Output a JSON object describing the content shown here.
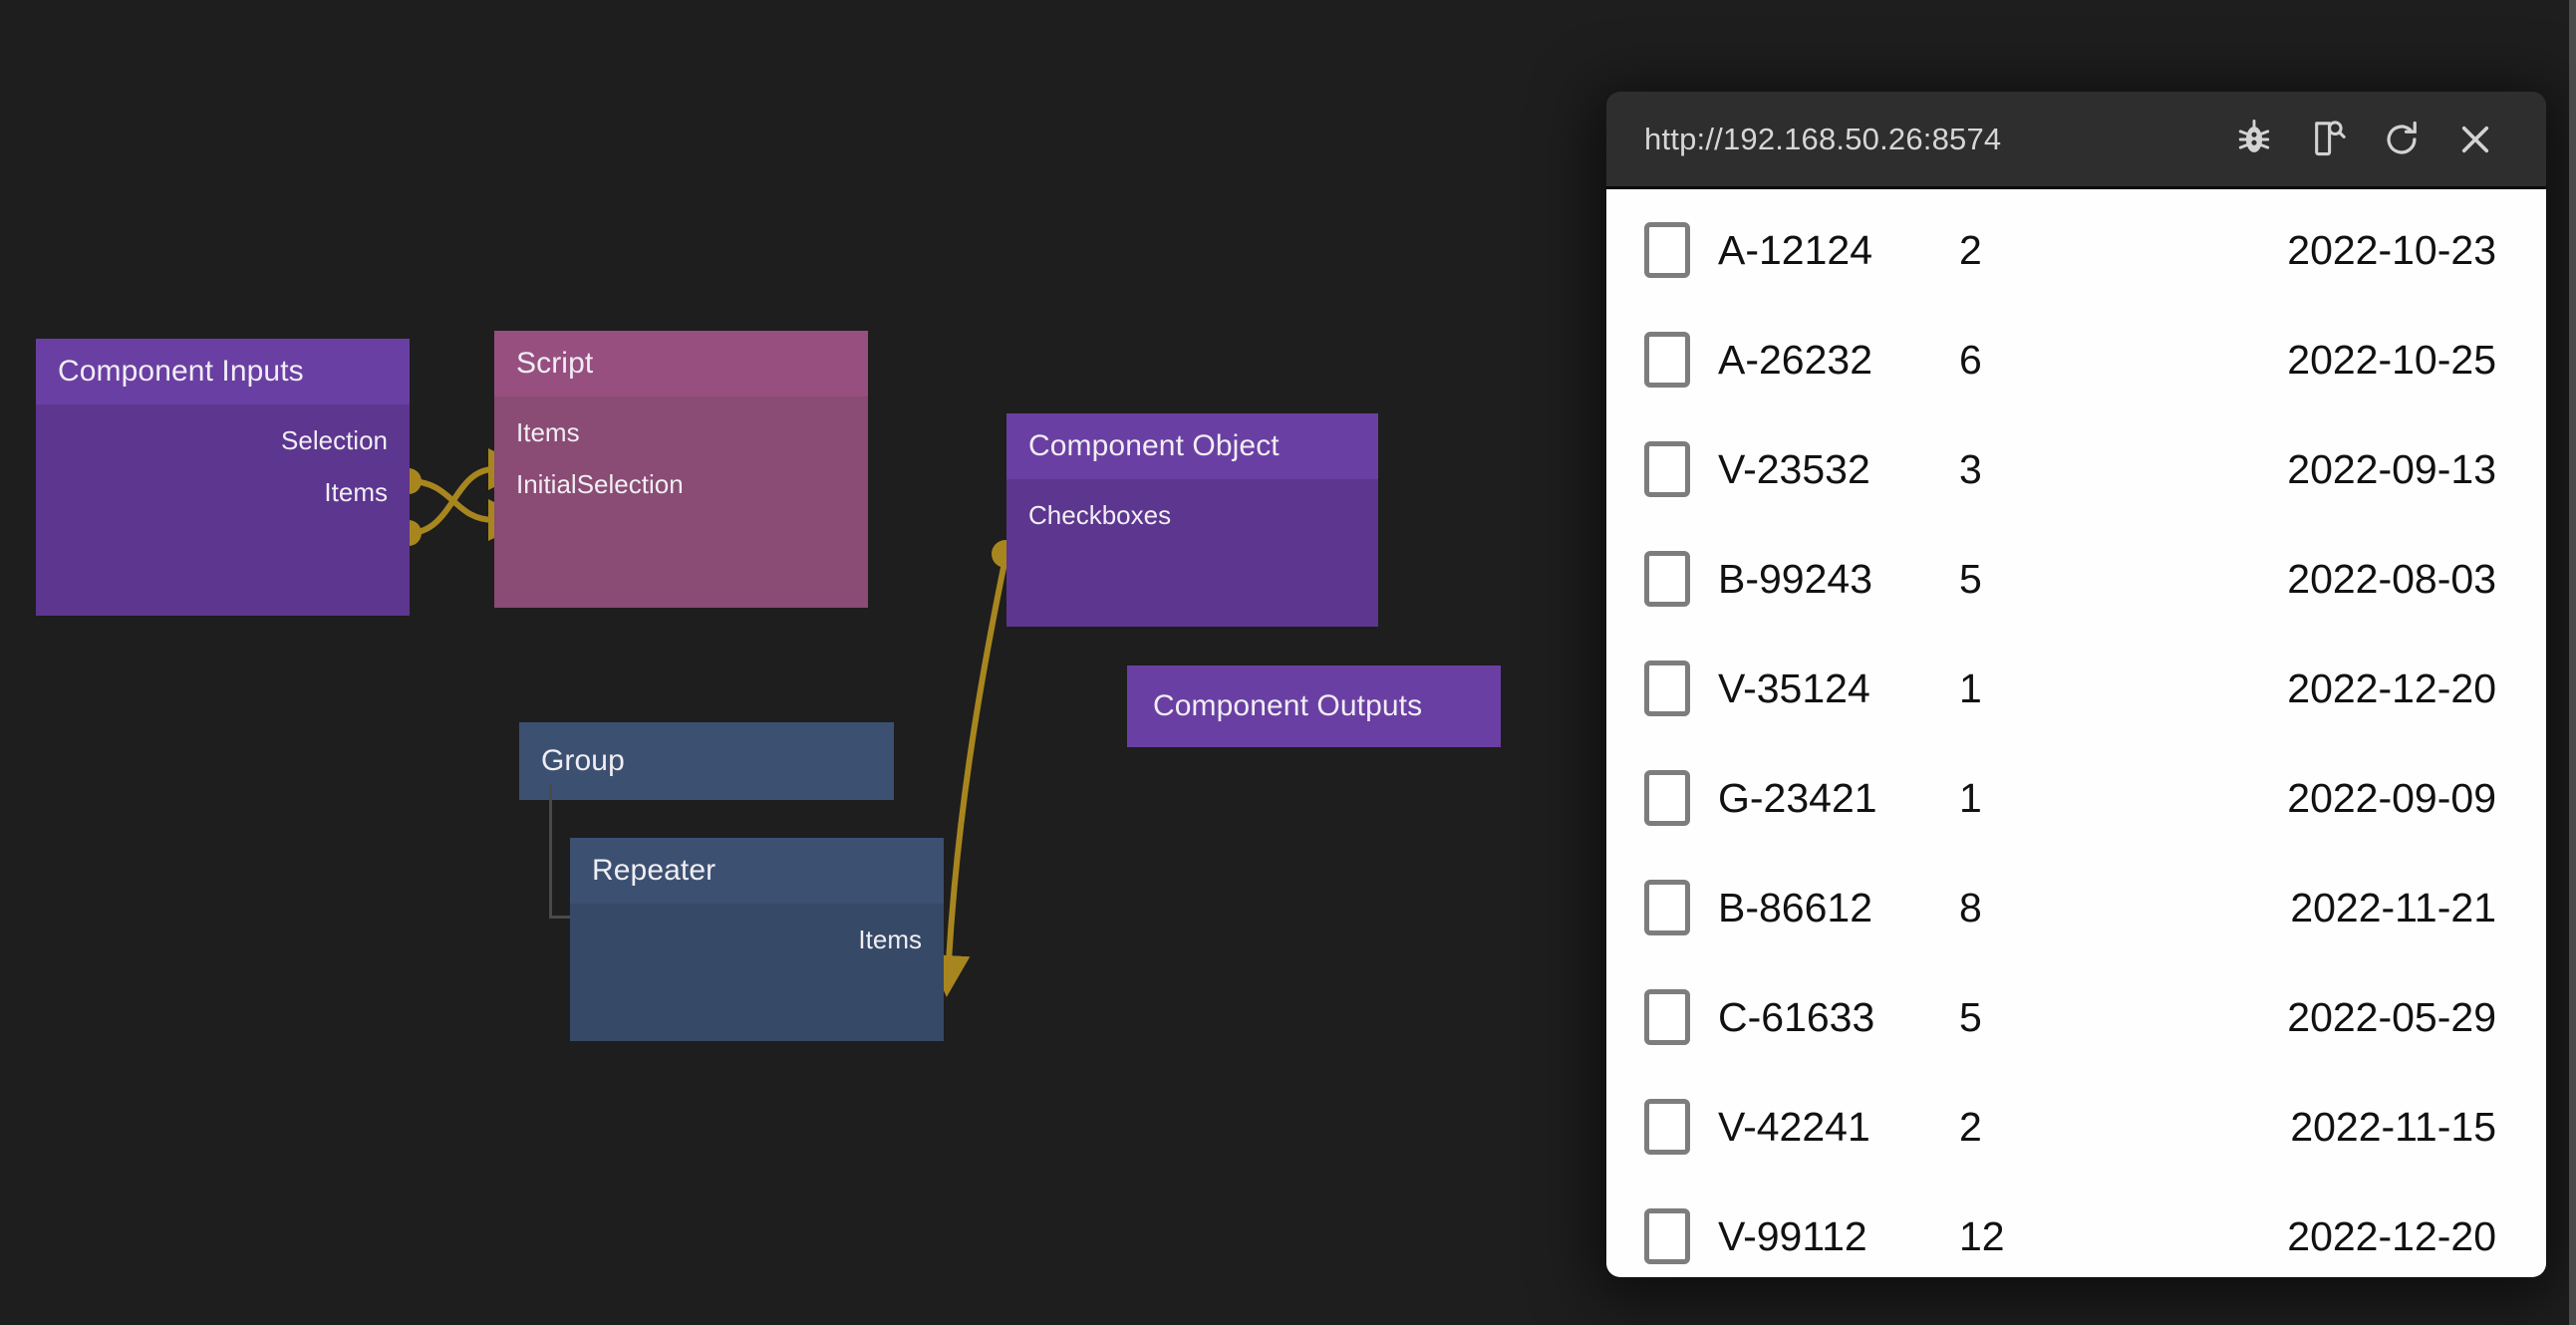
{
  "canvas": {
    "background_color": "#1e1e1e",
    "nodes": [
      {
        "id": "component-inputs",
        "title": "Component Inputs",
        "kind": "component-inputs",
        "color": "#6a3fa3",
        "outputs": [
          "Selection",
          "Items"
        ],
        "inputs": []
      },
      {
        "id": "script",
        "title": "Script",
        "kind": "script",
        "color": "#974f80",
        "outputs": [],
        "inputs": [
          "Items",
          "InitialSelection"
        ]
      },
      {
        "id": "component-object",
        "title": "Component Object",
        "kind": "component-object",
        "color": "#6a3fa3",
        "outputs": [],
        "inputs": [
          "Checkboxes"
        ]
      },
      {
        "id": "component-outputs",
        "title": "Component Outputs",
        "kind": "component-outputs",
        "color": "#6a3fa3",
        "outputs": [],
        "inputs": []
      },
      {
        "id": "group",
        "title": "Group",
        "kind": "group",
        "color": "#3c5072",
        "outputs": [],
        "inputs": []
      },
      {
        "id": "repeater",
        "title": "Repeater",
        "kind": "repeater",
        "color": "#3c5072",
        "outputs": [
          "Items"
        ],
        "inputs": []
      }
    ],
    "connections": [
      {
        "from": "component-inputs.Selection",
        "to": "script.InitialSelection",
        "color": "#a8861f"
      },
      {
        "from": "component-inputs.Items",
        "to": "script.Items",
        "color": "#a8861f"
      },
      {
        "from": "component-object.Checkboxes",
        "to": "repeater.Items",
        "color": "#a8861f"
      }
    ]
  },
  "browser": {
    "url": "http://192.168.50.26:8574",
    "toolbar_buttons": [
      {
        "name": "debug-bug-icon",
        "label": "Debug"
      },
      {
        "name": "inspect-page-icon",
        "label": "Inspect"
      },
      {
        "name": "reload-icon",
        "label": "Reload"
      },
      {
        "name": "close-icon",
        "label": "Close"
      }
    ],
    "table": {
      "columns": [
        "select",
        "id",
        "quantity",
        "date"
      ],
      "rows": [
        {
          "checked": false,
          "id": "A-12124",
          "quantity": "2",
          "date": "2022-10-23"
        },
        {
          "checked": false,
          "id": "A-26232",
          "quantity": "6",
          "date": "2022-10-25"
        },
        {
          "checked": false,
          "id": "V-23532",
          "quantity": "3",
          "date": "2022-09-13"
        },
        {
          "checked": false,
          "id": "B-99243",
          "quantity": "5",
          "date": "2022-08-03"
        },
        {
          "checked": false,
          "id": "V-35124",
          "quantity": "1",
          "date": "2022-12-20"
        },
        {
          "checked": false,
          "id": "G-23421",
          "quantity": "1",
          "date": "2022-09-09"
        },
        {
          "checked": false,
          "id": "B-86612",
          "quantity": "8",
          "date": "2022-11-21"
        },
        {
          "checked": false,
          "id": "C-61633",
          "quantity": "5",
          "date": "2022-05-29"
        },
        {
          "checked": false,
          "id": "V-42241",
          "quantity": "2",
          "date": "2022-11-15"
        },
        {
          "checked": false,
          "id": "V-99112",
          "quantity": "12",
          "date": "2022-12-20"
        }
      ]
    }
  }
}
